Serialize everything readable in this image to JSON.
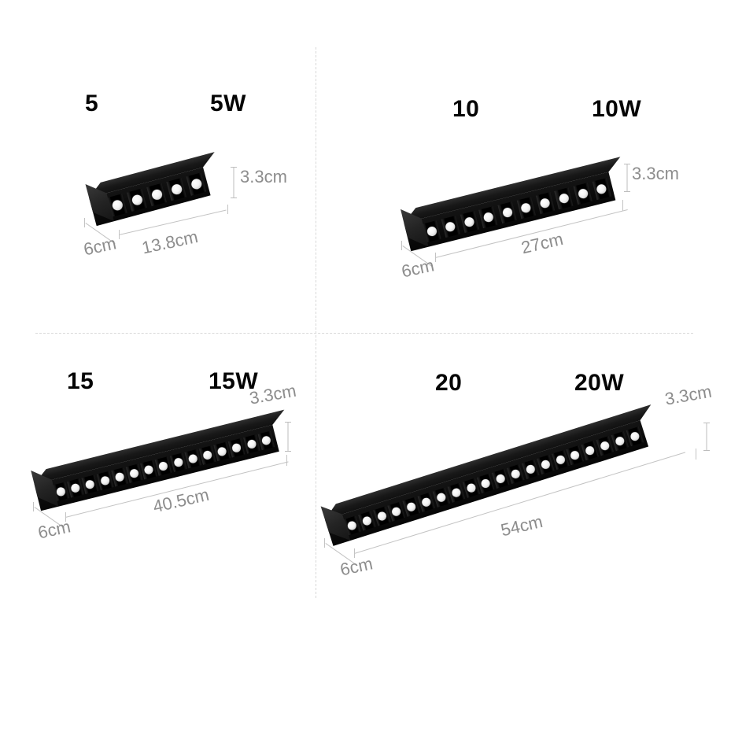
{
  "background_color": "#ffffff",
  "label_color": "#050505",
  "dimension_color": "#8d8d8d",
  "body_color": "#111111",
  "lens_color": "#f2f2f2",
  "divider_color": "#d8d8d8",
  "products": [
    {
      "id": "5w",
      "count_label": "5",
      "watt_label": "5W",
      "led_count": 5,
      "length": "13.8cm",
      "depth": "6cm",
      "height": "3.3cm"
    },
    {
      "id": "10w",
      "count_label": "10",
      "watt_label": "10W",
      "led_count": 10,
      "length": "27cm",
      "depth": "6cm",
      "height": "3.3cm"
    },
    {
      "id": "15w",
      "count_label": "15",
      "watt_label": "15W",
      "led_count": 15,
      "length": "40.5cm",
      "depth": "6cm",
      "height": "3.3cm"
    },
    {
      "id": "20w",
      "count_label": "20",
      "watt_label": "20W",
      "led_count": 20,
      "length": "54cm",
      "depth": "6cm",
      "height": "3.3cm"
    }
  ]
}
